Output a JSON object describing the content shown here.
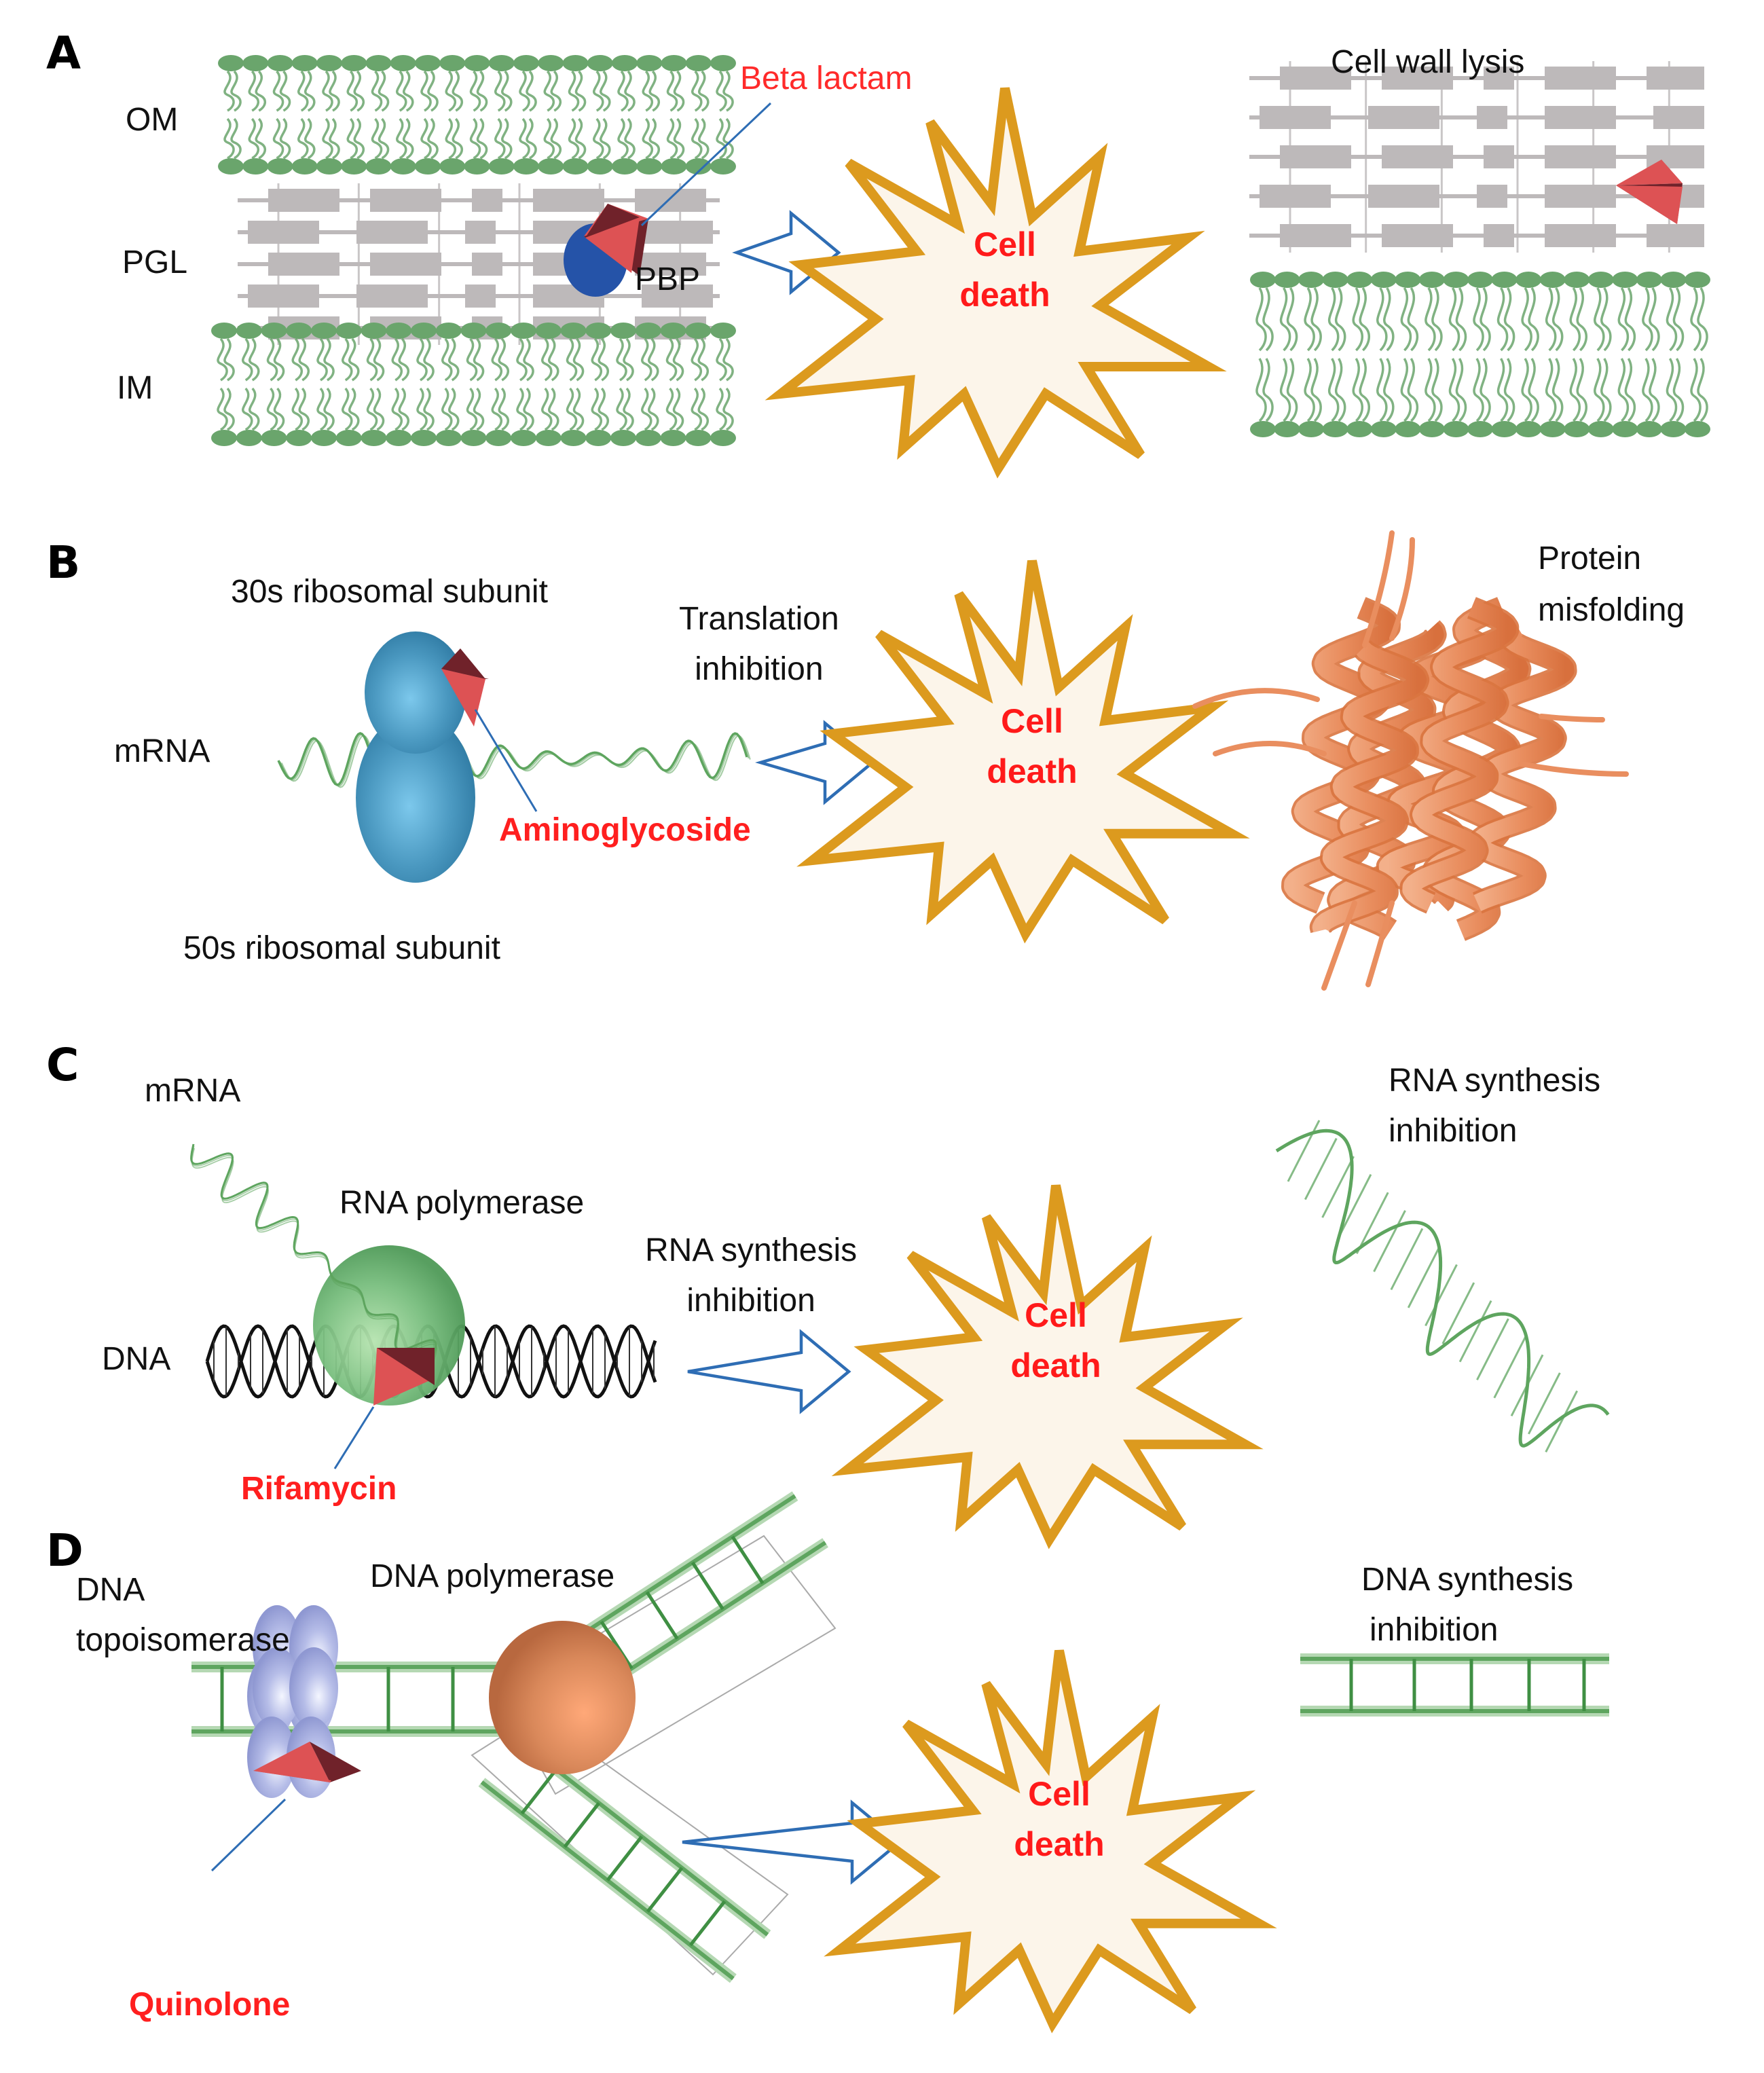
{
  "figure": {
    "colors": {
      "membrane_green": "#6aa56c",
      "peptidoglycan_gray": "#bdb9ba",
      "drug_red": "#dd5254",
      "drug_dark": "#70222a",
      "pbp_blue": "#2553a8",
      "arrow_blue": "#2e6db4",
      "burst_fill": "#fcf5ea",
      "burst_stroke": "#dc9a1e",
      "label_red": "#ff1a1a",
      "ribosome_blue": "#4a98c0",
      "rnap_green": "#77bd7d",
      "dna_polymerase_orange": "#d9885a",
      "topoisomerase_lavender": "#b6bde8",
      "protein_orange": "#ec9668",
      "strand_green": "#5ea55f"
    },
    "cell_death_label": [
      "Cell",
      "death"
    ],
    "panels": [
      {
        "letter": "A",
        "labels": {
          "om": "OM",
          "pgl": "PGL",
          "im": "IM",
          "pbp": "PBP",
          "outcome": "Cell wall lysis"
        },
        "drug": "Beta lactam",
        "target": "PBP",
        "effect": "",
        "outcome": "Cell wall lysis"
      },
      {
        "letter": "B",
        "labels": {
          "subunit_30s": "30s ribosomal subunit",
          "subunit_50s": "50s ribosomal subunit",
          "mrna": "mRNA",
          "effect_line1": "Translation",
          "effect_line2": "inhibition",
          "outcome_line1": "Protein",
          "outcome_line2": "misfolding"
        },
        "drug": "Aminoglycoside"
      },
      {
        "letter": "C",
        "labels": {
          "mrna": "mRNA",
          "rnap": "RNA polymerase",
          "dna": "DNA",
          "effect_line1": "RNA synthesis",
          "effect_line2": "inhibition",
          "outcome_line1": "RNA synthesis",
          "outcome_line2": "inhibition"
        },
        "drug": "Rifamycin"
      },
      {
        "letter": "D",
        "labels": {
          "topo_line1": "DNA",
          "topo_line2": "topoisomerase",
          "dnap": "DNA polymerase",
          "outcome_line1": "DNA synthesis",
          "outcome_line2": "inhibition"
        },
        "drug": "Quinolone"
      }
    ]
  }
}
